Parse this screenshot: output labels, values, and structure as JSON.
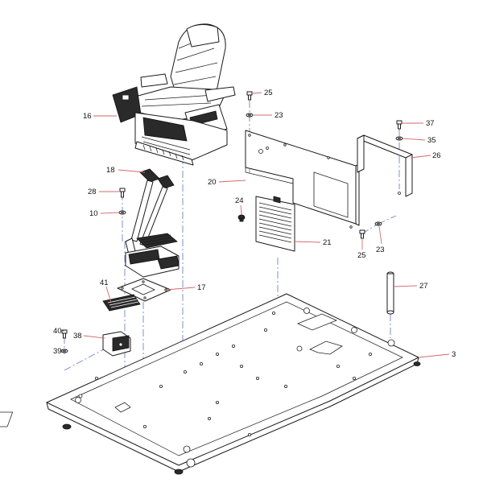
{
  "callouts": [
    {
      "id": "c16",
      "text": "16"
    },
    {
      "id": "c18",
      "text": "18"
    },
    {
      "id": "c28",
      "text": "28"
    },
    {
      "id": "c10",
      "text": "10"
    },
    {
      "id": "c41",
      "text": "41"
    },
    {
      "id": "c17",
      "text": "17"
    },
    {
      "id": "c40",
      "text": "40"
    },
    {
      "id": "c38",
      "text": "38"
    },
    {
      "id": "c39",
      "text": "39"
    },
    {
      "id": "c25a",
      "text": "25"
    },
    {
      "id": "c23a",
      "text": "23"
    },
    {
      "id": "c20",
      "text": "20"
    },
    {
      "id": "c24",
      "text": "24"
    },
    {
      "id": "c21",
      "text": "21"
    },
    {
      "id": "c37",
      "text": "37"
    },
    {
      "id": "c35",
      "text": "35"
    },
    {
      "id": "c26",
      "text": "26"
    },
    {
      "id": "c25b",
      "text": "25"
    },
    {
      "id": "c23b",
      "text": "23"
    },
    {
      "id": "c27",
      "text": "27"
    },
    {
      "id": "c3",
      "text": "3"
    }
  ],
  "seat_brand_text": "",
  "colors": {
    "leader_line": "#d46a6a",
    "center_line": "#6f86c9",
    "part_outline": "#1a1a1a"
  }
}
